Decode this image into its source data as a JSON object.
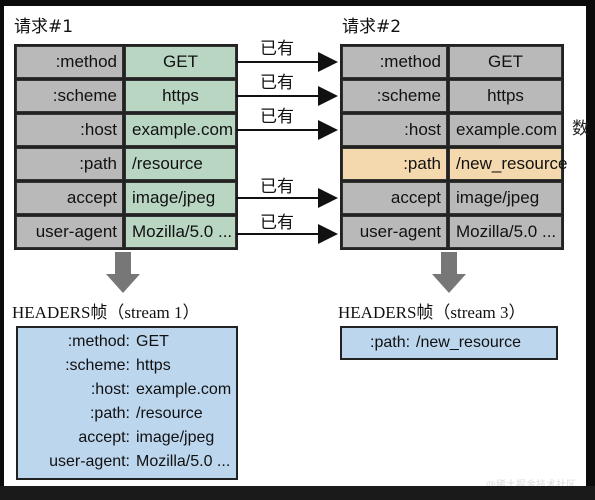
{
  "request1": {
    "title": "请求#1",
    "rows": [
      {
        "key": ":method",
        "value": "GET"
      },
      {
        "key": ":scheme",
        "value": "https"
      },
      {
        "key": ":host",
        "value": "example.com"
      },
      {
        "key": ":path",
        "value": "/resource"
      },
      {
        "key": "accept",
        "value": "image/jpeg"
      },
      {
        "key": "user-agent",
        "value": "Mozilla/5.0 ..."
      }
    ]
  },
  "request2": {
    "title": "请求#2",
    "rows": [
      {
        "key": ":method",
        "value": "GET"
      },
      {
        "key": ":scheme",
        "value": "https"
      },
      {
        "key": ":host",
        "value": "example.com"
      },
      {
        "key": ":path",
        "value": "/new_resource"
      },
      {
        "key": "accept",
        "value": "image/jpeg"
      },
      {
        "key": "user-agent",
        "value": "Mozilla/5.0 ..."
      }
    ]
  },
  "existing_label": "已有",
  "headers1": {
    "title": "HEADERS帧（stream 1）",
    "rows": [
      {
        "key": ":method:",
        "value": "GET"
      },
      {
        "key": ":scheme:",
        "value": "https"
      },
      {
        "key": ":host:",
        "value": "example.com"
      },
      {
        "key": ":path:",
        "value": "/resource"
      },
      {
        "key": "accept:",
        "value": "image/jpeg"
      },
      {
        "key": "user-agent:",
        "value": "Mozilla/5.0 ..."
      }
    ]
  },
  "headers3": {
    "title": "HEADERS帧（stream 3）",
    "rows": [
      {
        "key": ":path:",
        "value": "/new_resource"
      }
    ]
  },
  "cut_text": "数",
  "watermark": "@稀土掘金技术社区",
  "colors": {
    "request1_value_bg": "#b9d6c2",
    "request_key_bg": "#b9b9b9",
    "changed_row_bg": "#f5d9ae",
    "headers_frame_bg": "#bcd6ee"
  }
}
